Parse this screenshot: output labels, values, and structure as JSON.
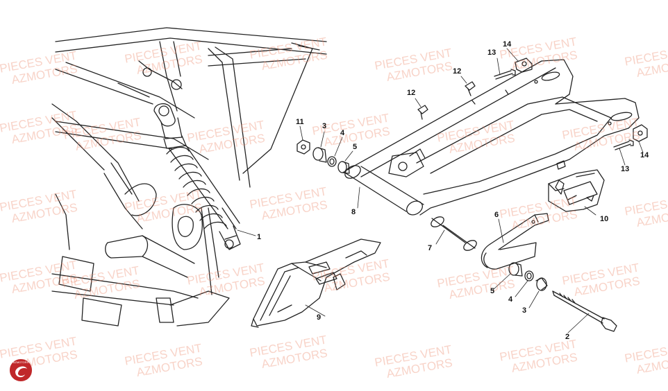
{
  "watermark": {
    "line1": "PIECES VENT",
    "line2": "AZMOTORS"
  },
  "logo": {
    "text": "AZMOTORS",
    "color": "#c0282a"
  },
  "callouts": {
    "c1": "1",
    "c2": "2",
    "c3a": "3",
    "c3b": "3",
    "c4a": "4",
    "c4b": "4",
    "c5a": "5",
    "c5b": "5",
    "c6": "6",
    "c7": "7",
    "c8": "8",
    "c9": "9",
    "c10": "10",
    "c11": "11",
    "c12a": "12",
    "c12b": "12",
    "c13a": "13",
    "c13b": "13",
    "c14a": "14",
    "c14b": "14"
  },
  "colors": {
    "line": "#222222",
    "watermark": "#ec8c6e",
    "logo": "#c0282a"
  }
}
